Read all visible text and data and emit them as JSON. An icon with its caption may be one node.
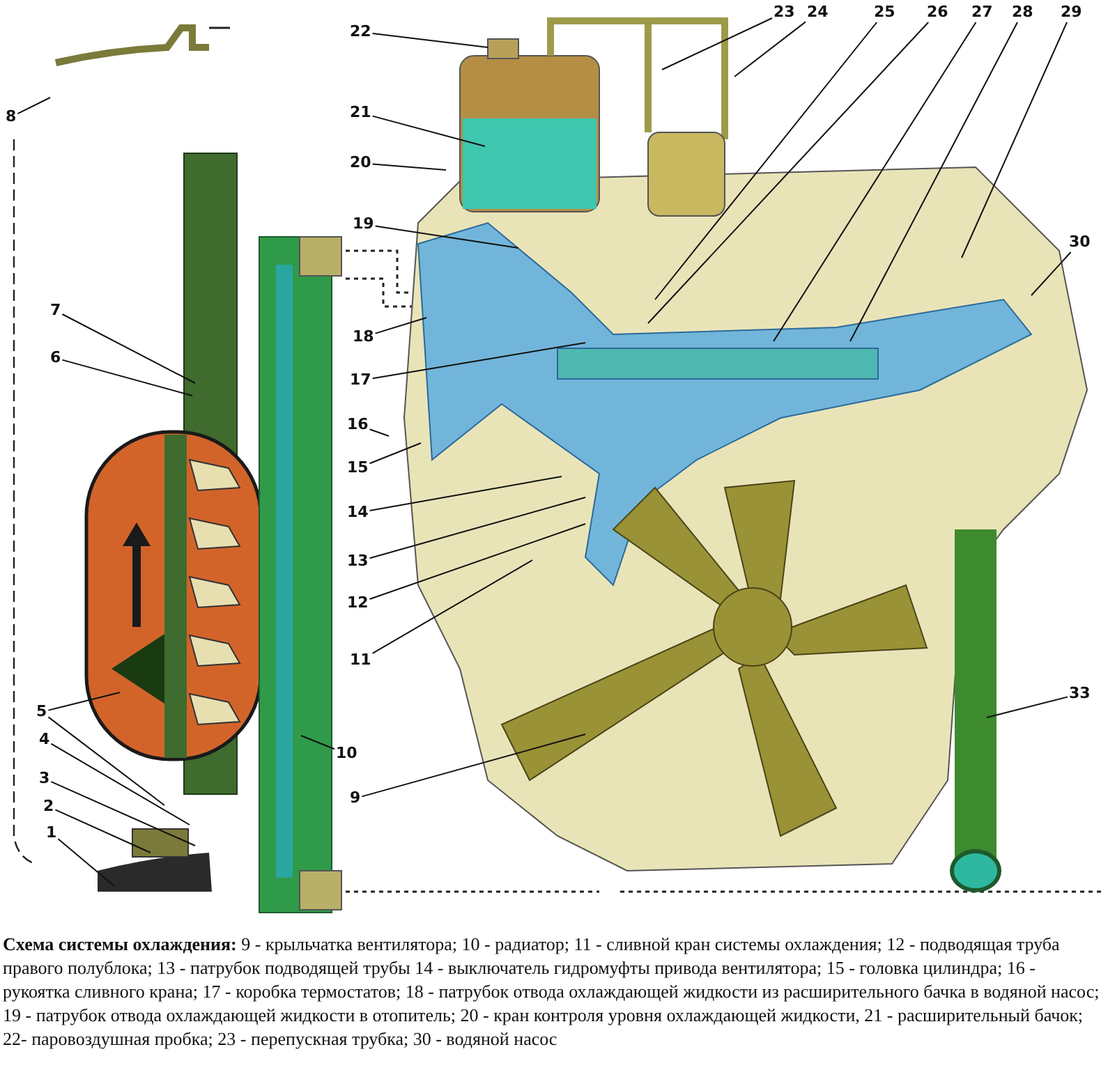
{
  "diagram": {
    "caption": "**Схема системы охлаждения:** 9 - крыльчатка вентилятора; 10 - радиатор; 11 - сливной кран системы охлаждения; 12 - подводящая труба правого полублока; 13 - патрубок подводящей трубы 14 - выключатель гидромуфты привода вентилятора; 15 - головка цилиндра; 16 - рукоятка сливного крана; 17 - коробка термостатов; 18 - патрубок отвода охлаждающей жидкости из расширительного бачка в водяной насос; 19 - патрубок отвода охлаждающей жидкости в отопитель; 20 - кран контроля уровня охлаждающей жидкости, 21 - расширительный бачок; 22- паровоздушная пробка; 23 - перепускная трубка; 30 - водяной насос",
    "nodes": [
      {
        "text": [
          "23"
        ]
      },
      {
        "text": [
          "24"
        ]
      },
      {
        "text": [
          "25"
        ]
      },
      {
        "text": [
          "26"
        ]
      },
      {
        "text": [
          "27"
        ]
      },
      {
        "text": [
          "28"
        ]
      },
      {
        "text": [
          "29"
        ]
      },
      {
        "text": [
          "22"
        ]
      },
      {
        "text": [
          "8"
        ]
      },
      {
        "text": [
          "21"
        ]
      },
      {
        "text": [
          "20"
        ]
      },
      {
        "text": [
          "19"
        ]
      },
      {
        "text": [
          "30"
        ]
      },
      {
        "text": [
          "7"
        ]
      },
      {
        "text": [
          "18"
        ]
      },
      {
        "text": [
          "6"
        ]
      },
      {
        "text": [
          "17"
        ]
      },
      {
        "text": [
          "16"
        ]
      },
      {
        "text": [
          "15"
        ]
      },
      {
        "text": [
          "14"
        ]
      },
      {
        "text": [
          "13"
        ]
      },
      {
        "text": [
          "12"
        ]
      },
      {
        "text": [
          "11"
        ]
      },
      {
        "text": [
          "33"
        ]
      },
      {
        "text": [
          "5"
        ]
      },
      {
        "text": [
          "4"
        ]
      },
      {
        "text": [
          "10"
        ]
      },
      {
        "text": [
          "3"
        ]
      },
      {
        "text": [
          "9"
        ]
      },
      {
        "text": [
          "2"
        ]
      },
      {
        "text": [
          "1"
        ]
      }
    ],
    "edges": [
      {
        "from": 0,
        "to": null,
        "arrow": "none"
      },
      {
        "from": 1,
        "to": null,
        "arrow": "none"
      },
      {
        "from": 2,
        "to": null,
        "arrow": "none"
      },
      {
        "from": 3,
        "to": null,
        "arrow": "none"
      },
      {
        "from": 4,
        "to": null,
        "arrow": "none"
      },
      {
        "from": 5,
        "to": null,
        "arrow": "none"
      },
      {
        "from": 6,
        "to": null,
        "arrow": "none"
      },
      {
        "from": 7,
        "to": null,
        "arrow": "none"
      },
      {
        "from": 8,
        "to": null,
        "arrow": "none"
      },
      {
        "from": 9,
        "to": null,
        "arrow": "none"
      },
      {
        "from": 10,
        "to": null,
        "arrow": "none"
      },
      {
        "from": 11,
        "to": null,
        "arrow": "none"
      },
      {
        "from": 12,
        "to": null,
        "arrow": "none"
      },
      {
        "from": 13,
        "to": null,
        "arrow": "none"
      },
      {
        "from": 14,
        "to": null,
        "arrow": "none"
      },
      {
        "from": 15,
        "to": null,
        "arrow": "none"
      },
      {
        "from": 16,
        "to": null,
        "arrow": "none"
      },
      {
        "from": 17,
        "to": null,
        "arrow": "none"
      },
      {
        "from": 18,
        "to": null,
        "arrow": "none"
      },
      {
        "from": 19,
        "to": null,
        "arrow": "none"
      },
      {
        "from": 20,
        "to": null,
        "arrow": "none"
      },
      {
        "from": 21,
        "to": null,
        "arrow": "none"
      },
      {
        "from": 22,
        "to": null,
        "arrow": "none"
      },
      {
        "from": 23,
        "to": null,
        "arrow": "none"
      },
      {
        "from": 24,
        "to": null,
        "arrow": "none"
      },
      {
        "from": 24,
        "to": null,
        "arrow": "none"
      },
      {
        "from": 25,
        "to": null,
        "arrow": "none"
      },
      {
        "from": 26,
        "to": null,
        "arrow": "none"
      },
      {
        "from": 27,
        "to": null,
        "arrow": "none"
      },
      {
        "from": 28,
        "to": null,
        "arrow": "none"
      },
      {
        "from": 29,
        "to": null,
        "arrow": "none"
      },
      {
        "from": 30,
        "to": null,
        "arrow": "none"
      }
    ]
  }
}
